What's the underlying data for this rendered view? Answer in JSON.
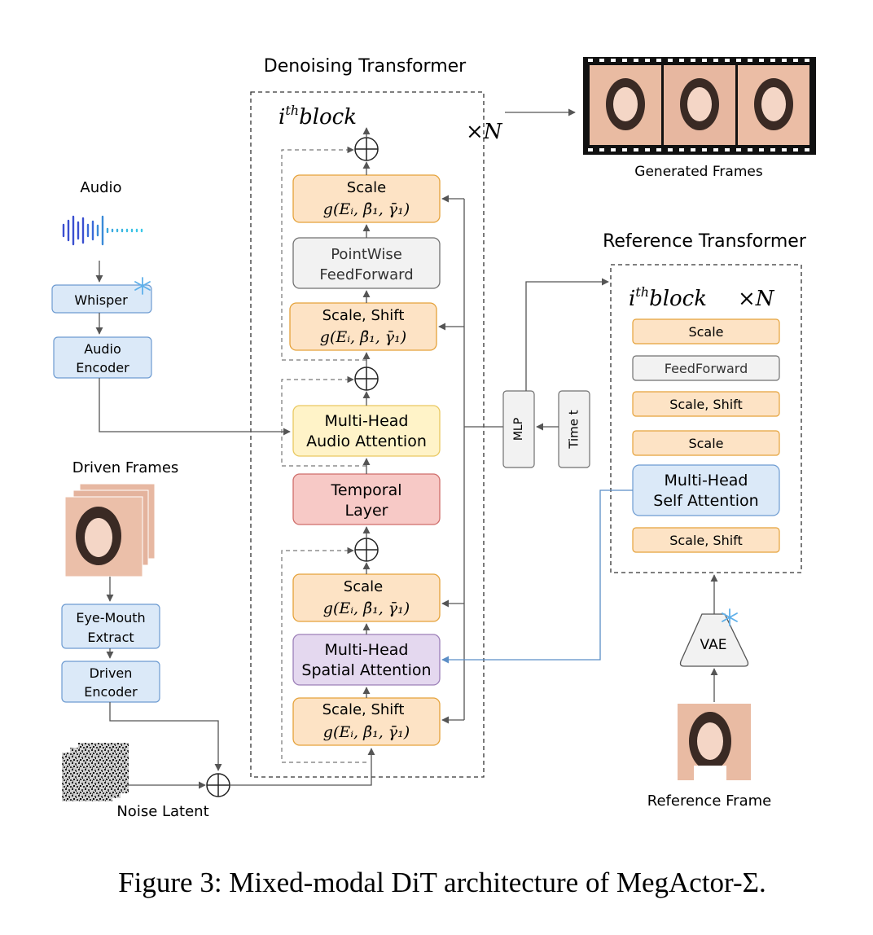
{
  "title_denoising": "Denoising Transformer",
  "title_reference": "Reference Transformer",
  "block_label": "i",
  "block_label_sup": "th",
  "block_label_word": "block",
  "repeat_label": "×N",
  "audio_label": "Audio",
  "driven_frames_label": "Driven Frames",
  "noise_latent_label": "Noise Latent",
  "generated_frames_label": "Generated Frames",
  "reference_frame_label": "Reference Frame",
  "modules": {
    "whisper": "Whisper",
    "audio_encoder_1": "Audio",
    "audio_encoder_2": "Encoder",
    "eye_mouth_1": "Eye-Mouth",
    "eye_mouth_2": "Extract",
    "driven_encoder_1": "Driven",
    "driven_encoder_2": "Encoder",
    "mlp": "MLP",
    "time": "Time t",
    "vae": "VAE"
  },
  "denoising_blocks": {
    "scale_top": "Scale",
    "formula": "g(Eᵢ, β̄₁, γ̄₁)",
    "pointwise_1": "PointWise",
    "pointwise_2": "FeedForward",
    "scale_shift_upper": "Scale, Shift",
    "audio_attn_1": "Multi-Head",
    "audio_attn_2": "Audio Attention",
    "temporal_1": "Temporal",
    "temporal_2": "Layer",
    "scale_mid": "Scale",
    "spatial_attn_1": "Multi-Head",
    "spatial_attn_2": "Spatial Attention",
    "scale_shift_bottom": "Scale, Shift"
  },
  "reference_blocks": {
    "scale_1": "Scale",
    "feedforward": "FeedForward",
    "scale_shift_1": "Scale, Shift",
    "scale_2": "Scale",
    "self_attn_1": "Multi-Head",
    "self_attn_2": "Self Attention",
    "scale_shift_2": "Scale, Shift"
  },
  "caption": "Figure 3: Mixed-modal DiT architecture of MegActor-Σ.",
  "colors": {
    "orange_fill": "#fde3c5",
    "orange_stroke": "#e5a23a",
    "blue_fill": "#dbe9f8",
    "blue_stroke": "#6d9bd1",
    "gray_fill": "#f2f2f2",
    "gray_stroke": "#707070",
    "yellow_fill": "#fff3c8",
    "yellow_stroke": "#e9c860",
    "red_fill": "#f7c9c6",
    "red_stroke": "#cf6d6a",
    "purple_fill": "#e4d8ef",
    "purple_stroke": "#9c7fb8",
    "line": "#555555",
    "link": "#5b8ec6"
  }
}
